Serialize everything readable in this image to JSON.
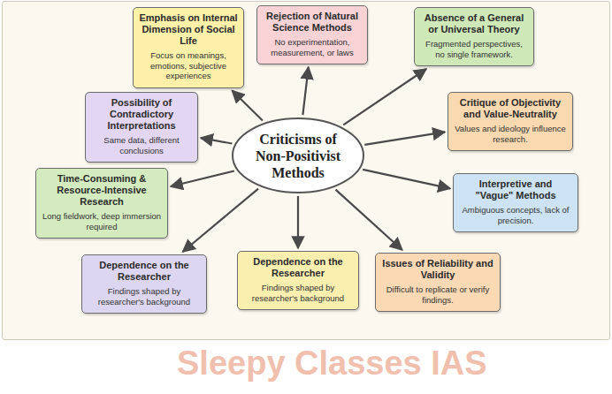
{
  "diagram": {
    "nodes": [
      {
        "text": [
          "Criticisms of Non-Positivist Methods"
        ]
      },
      {
        "text": [
          "Emphasis on Internal Dimension of Social Life",
          "Focus on meanings, emotions, subjective experiences"
        ]
      },
      {
        "text": [
          "Rejection of Natural Science Methods",
          "No experimentation, measurement, or laws"
        ]
      },
      {
        "text": [
          "Absence of a General or Universal Theory",
          "Fragmented perspectives, no single framework."
        ]
      },
      {
        "text": [
          "Possibility of Contradictory Interpretations",
          "Same data, different conclusions"
        ]
      },
      {
        "text": [
          "Critique of Objectivity and Value-Neutrality",
          "Values and ideology influence research."
        ]
      },
      {
        "text": [
          "Time-Consuming & Resource-Intensive Research",
          "Long fieldwork, deep immersion required"
        ]
      },
      {
        "text": [
          "Interpretive and \"Vague\" Methods",
          "Ambiguous concepts, lack of precision."
        ]
      },
      {
        "text": [
          "Dependence on the Researcher",
          "Findings shaped by researcher's background"
        ]
      },
      {
        "text": [
          "Dependence on the Researcher",
          "Findings shaped by researcher's background"
        ]
      },
      {
        "text": [
          "Issues of Reliability and Validity",
          "Difficult to replicate or verify findings."
        ]
      }
    ],
    "edges": [
      {
        "from": 0,
        "to": 1,
        "arrow": "to"
      },
      {
        "from": 0,
        "to": 2,
        "arrow": "to"
      },
      {
        "from": 0,
        "to": 3,
        "arrow": "to"
      },
      {
        "from": 0,
        "to": 4,
        "arrow": "to"
      },
      {
        "from": 0,
        "to": 5,
        "arrow": "to"
      },
      {
        "from": 0,
        "to": 6,
        "arrow": "to"
      },
      {
        "from": 0,
        "to": 7,
        "arrow": "to"
      },
      {
        "from": 0,
        "to": 8,
        "arrow": "to"
      },
      {
        "from": 0,
        "to": 9,
        "arrow": "to"
      },
      {
        "from": 0,
        "to": 10,
        "arrow": "to"
      }
    ],
    "labels": [
      "Sleepy Classes IAS"
    ]
  }
}
